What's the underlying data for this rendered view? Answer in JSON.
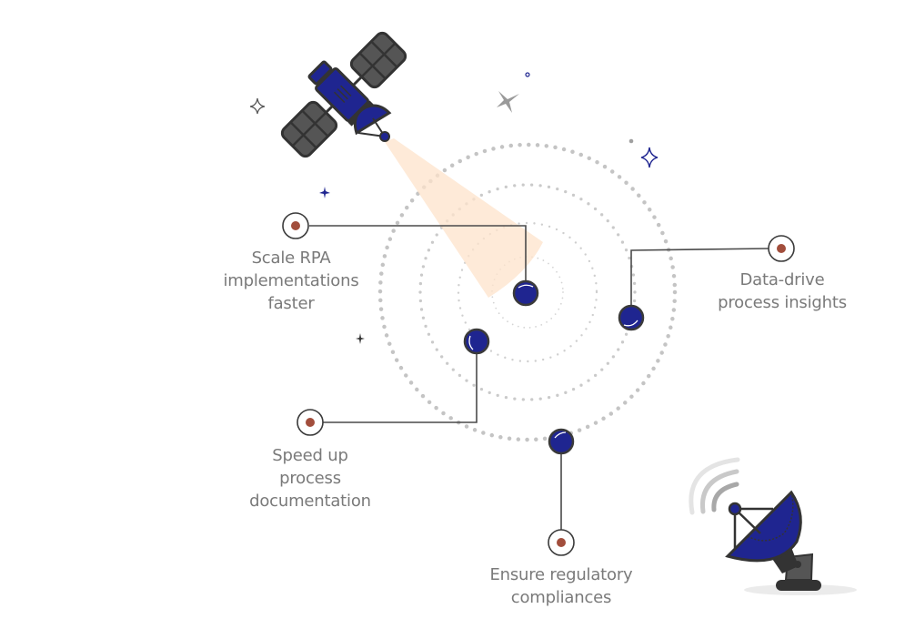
{
  "diagram": {
    "title_hidden": "",
    "benefits": [
      {
        "id": "scale-rpa",
        "lines": [
          "Scale RPA",
          "implementations",
          "faster"
        ]
      },
      {
        "id": "data-drive",
        "lines": [
          "Data-drive",
          "process insights"
        ]
      },
      {
        "id": "speed-up",
        "lines": [
          "Speed up",
          "process",
          "documentation"
        ]
      },
      {
        "id": "ensure-regulatory",
        "lines": [
          "Ensure regulatory",
          "compliances"
        ]
      }
    ],
    "icons": {
      "satellite": "satellite-icon",
      "dish": "satellite-dish-icon",
      "star": "sparkle-icon"
    },
    "colors": {
      "node_fill": "#1f2590",
      "node_stroke": "#3a3a3a",
      "marker_dot": "#a24e3c",
      "ring": "#c8c8c8",
      "beam": "#fde6d0",
      "text": "#7a7a7a",
      "panel": "#555555"
    }
  }
}
